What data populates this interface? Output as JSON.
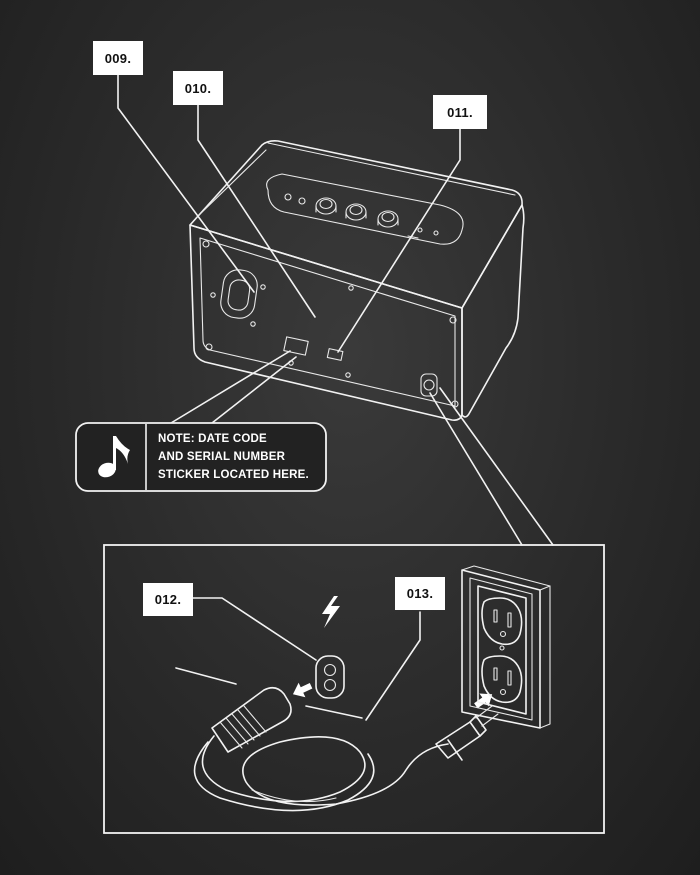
{
  "callouts": {
    "c009": "009.",
    "c010": "010.",
    "c011": "011.",
    "c012": "012.",
    "c013": "013."
  },
  "note": {
    "icon": "music-note-icon",
    "lines": [
      "NOTE: DATE CODE",
      "AND SERIAL NUMBER",
      "STICKER LOCATED HERE."
    ]
  },
  "colors": {
    "background": "#2a2a2a",
    "lines": "#f2f2f2"
  }
}
